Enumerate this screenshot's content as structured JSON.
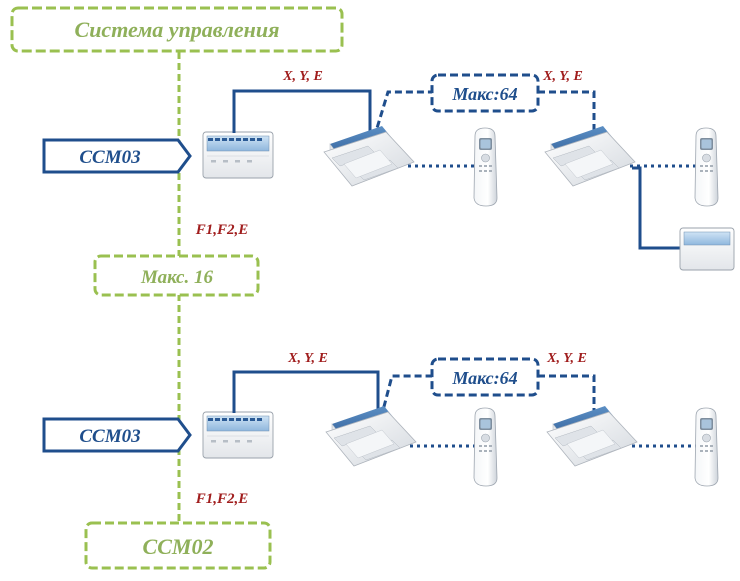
{
  "header": {
    "title": "Система управления"
  },
  "max16": "Макс. 16",
  "ccm02": "CCM02",
  "groups": [
    {
      "ccm_label": "CCM03",
      "fbus_label": "F1,F2,E",
      "xye_left": "X, Y, E",
      "max_label": "Макс:64",
      "xye_right": "X, Y, E"
    },
    {
      "ccm_label": "CCM03",
      "fbus_label": "F1,F2,E",
      "xye_left": "X, Y, E",
      "max_label": "Макс:64",
      "xye_right": "X, Y, E"
    }
  ],
  "colors": {
    "green": "#9ac050",
    "green_text": "#8fb05a",
    "navy": "#1f4e8c",
    "red": "#a01d1d"
  }
}
